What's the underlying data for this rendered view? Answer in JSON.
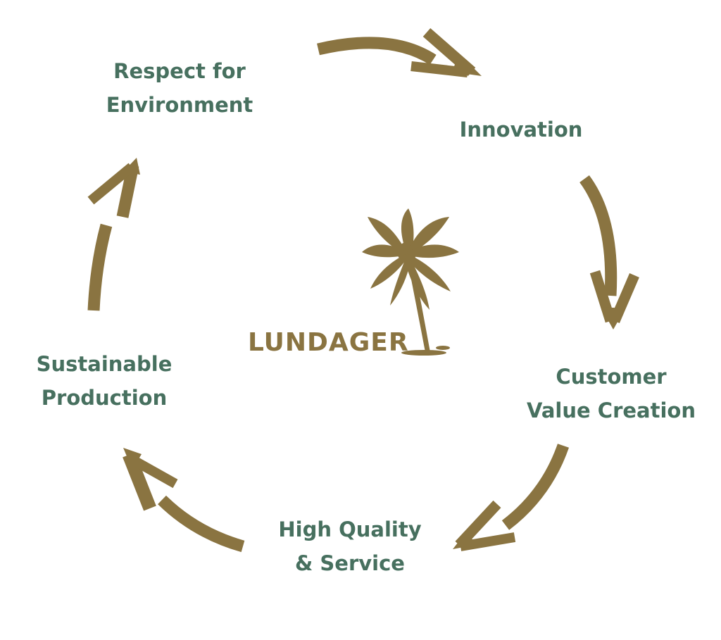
{
  "diagram": {
    "type": "cycle-diagram",
    "logo": {
      "brand": "LUNDAGER",
      "icon": "palm-tree"
    },
    "nodes": [
      {
        "label": "Respect for Environment",
        "lines": [
          "Respect for",
          "Environment"
        ]
      },
      {
        "label": "Innovation",
        "lines": [
          "Innovation"
        ]
      },
      {
        "label": "Customer Value Creation",
        "lines": [
          "Customer",
          "Value Creation"
        ]
      },
      {
        "label": "High Quality & Service",
        "lines": [
          "High Quality",
          "& Service"
        ]
      },
      {
        "label": "Sustainable Production",
        "lines": [
          "Sustainable",
          "Production"
        ]
      }
    ],
    "arrows": [
      {
        "from": "Respect for Environment",
        "to": "Innovation"
      },
      {
        "from": "Innovation",
        "to": "Customer Value Creation"
      },
      {
        "from": "Customer Value Creation",
        "to": "High Quality & Service"
      },
      {
        "from": "High Quality & Service",
        "to": "Sustainable Production"
      },
      {
        "from": "Sustainable Production",
        "to": "Respect for Environment"
      }
    ],
    "colors": {
      "label_green": "#47705f",
      "arrow_gold": "#8a7441",
      "background": "#ffffff"
    }
  }
}
